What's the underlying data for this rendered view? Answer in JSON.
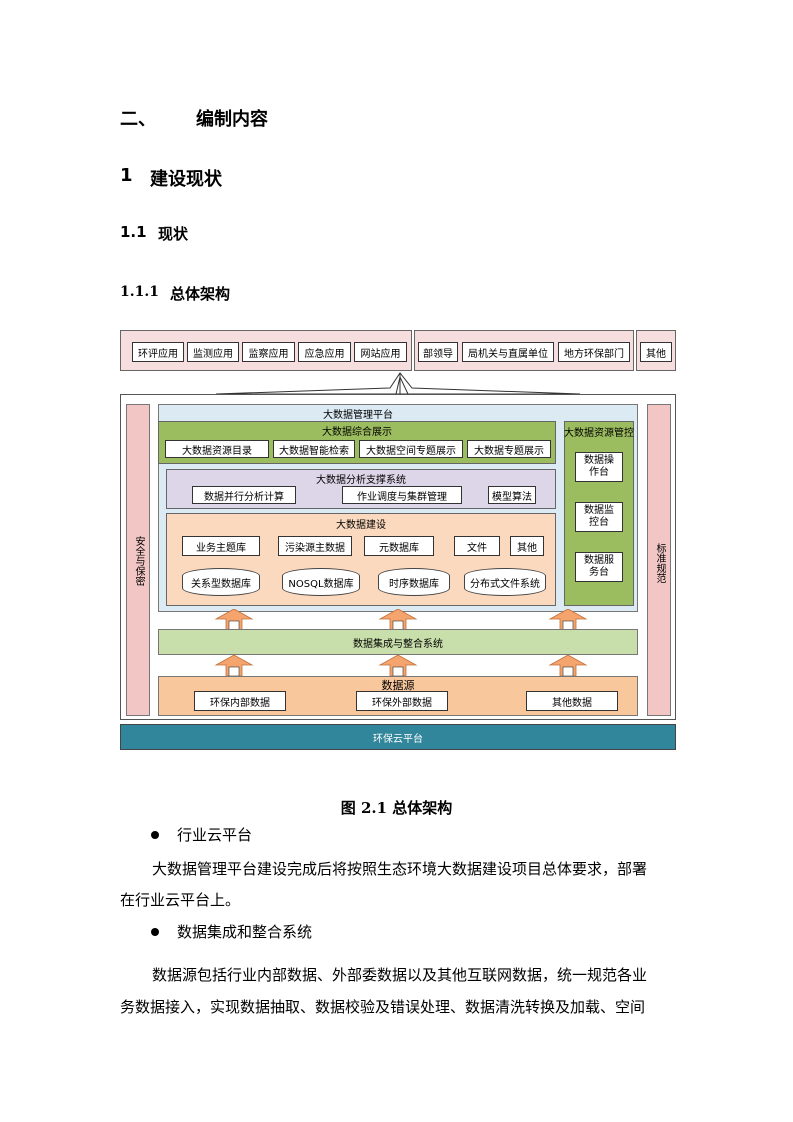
{
  "headings": {
    "h_part": "二、",
    "h_part_title": "编制内容",
    "h1_num": "1",
    "h1_title": "建设现状",
    "h2_num": "1.1",
    "h2_title": "现状",
    "h3_num": "1.1.1",
    "h3_title": "总体架构"
  },
  "diagram": {
    "apps": [
      "环评应用",
      "监测应用",
      "监察应用",
      "应急应用",
      "网站应用"
    ],
    "users": [
      "部领导",
      "局机关与直属单位",
      "地方环保部门"
    ],
    "other": "其他",
    "platform_title": "大数据管理平台",
    "display_title": "大数据综合展示",
    "display_items": [
      "大数据资源目录",
      "大数据智能检索",
      "大数据空间专题展示",
      "大数据专题展示"
    ],
    "analysis_title": "大数据分析支撑系统",
    "analysis_items": [
      "数据并行分析计算",
      "作业调度与集群管理",
      "模型算法"
    ],
    "build_title": "大数据建设",
    "build_items": [
      "业务主题库",
      "污染源主数据",
      "元数据库",
      "文件",
      "其他"
    ],
    "store_items": [
      "关系型数据库",
      "NOSQL数据库",
      "时序数据库",
      "分布式文件系统"
    ],
    "control_title": "大数据资源管控",
    "control_items": [
      "数据操作台",
      "数据监控台",
      "数据服务台"
    ],
    "security": "安全与保密",
    "standard": "标准规范",
    "integration": "数据集成与整合系统",
    "source_title": "数据源",
    "source_items": [
      "环保内部数据",
      "环保外部数据",
      "其他数据"
    ],
    "cloud": "环保云平台",
    "colors": {
      "side": "#f3c6c6",
      "platform": "#dbeaf3",
      "green": "#9cbd5f",
      "analysis": "#ddd6e8",
      "build": "#fbd9be",
      "integration": "#c8deab",
      "source": "#f8c79b",
      "cloud": "#31869b",
      "arrow": "#f4a46c"
    }
  },
  "caption": "图 2.1 总体架构",
  "content": {
    "bullet1": "行业云平台",
    "para1_line1": "大数据管理平台建设完成后将按照生态环境大数据建设项目总体要求，部署",
    "para1_line2": "在行业云平台上。",
    "bullet2": "数据集成和整合系统",
    "para2_line1": "数据源包括行业内部数据、外部委数据以及其他互联网数据，统一规范各业",
    "para2_line2": "务数据接入，实现数据抽取、数据校验及错误处理、数据清洗转换及加载、空间"
  }
}
